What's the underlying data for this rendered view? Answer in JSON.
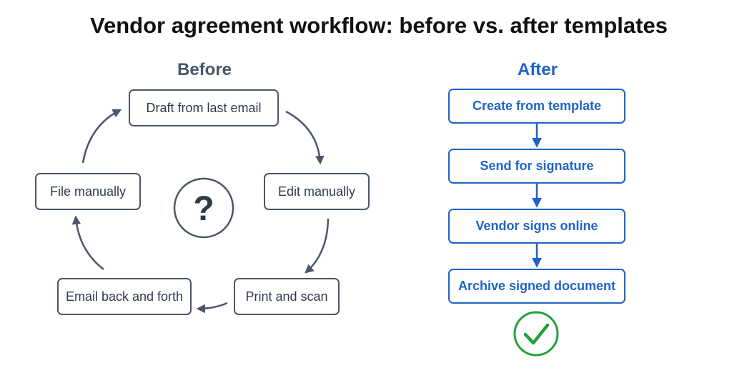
{
  "title": "Vendor agreement workflow: before vs. after templates",
  "before": {
    "heading": "Before",
    "steps": {
      "draft": "Draft from last email",
      "edit": "Edit manually",
      "print": "Print and scan",
      "email": "Email back and forth",
      "file": "File manually"
    },
    "center_symbol": "?"
  },
  "after": {
    "heading": "After",
    "steps": [
      "Create from template",
      "Send for signature",
      "Vendor signs online",
      "Archive signed document"
    ]
  },
  "colors": {
    "before_stroke": "#4a5669",
    "after_stroke": "#1f63c7",
    "success": "#22a138"
  },
  "icons": {
    "center": "question-mark-icon",
    "end": "checkmark-circle-icon"
  }
}
